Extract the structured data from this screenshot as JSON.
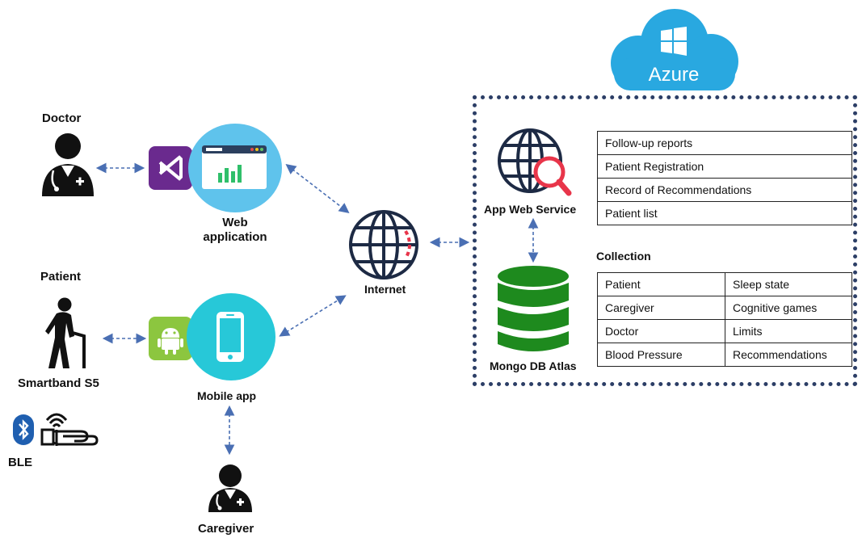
{
  "cloud": {
    "label": "Azure"
  },
  "actors": {
    "doctor": "Doctor",
    "patient": "Patient",
    "smartband": "Smartband S5",
    "ble": "BLE",
    "caregiver": "Caregiver"
  },
  "apps": {
    "web": "Web\napplication",
    "mobile": "Mobile app"
  },
  "internet": "Internet",
  "services": {
    "app_web_service": "App Web Service",
    "mongo": "Mongo DB Atlas"
  },
  "service_features": [
    "Follow-up reports",
    "Patient Registration",
    "Record of Recommendations",
    "Patient list"
  ],
  "collection": {
    "title": "Collection",
    "rows": [
      [
        "Patient",
        "Sleep state"
      ],
      [
        "Caregiver",
        "Cognitive games"
      ],
      [
        "Doctor",
        "Limits"
      ],
      [
        "Blood Pressure",
        "Recommendations"
      ]
    ]
  },
  "colors": {
    "arrow": "#4a6fb3",
    "cloud": "#29a8e0",
    "web_circle": "#5fc3ec",
    "mobile_circle": "#27c8d8",
    "visual_studio": "#6a2a8e",
    "android_tile": "#8cc63f",
    "database": "#1e8a1e",
    "dark_icon": "#1d2a44"
  }
}
